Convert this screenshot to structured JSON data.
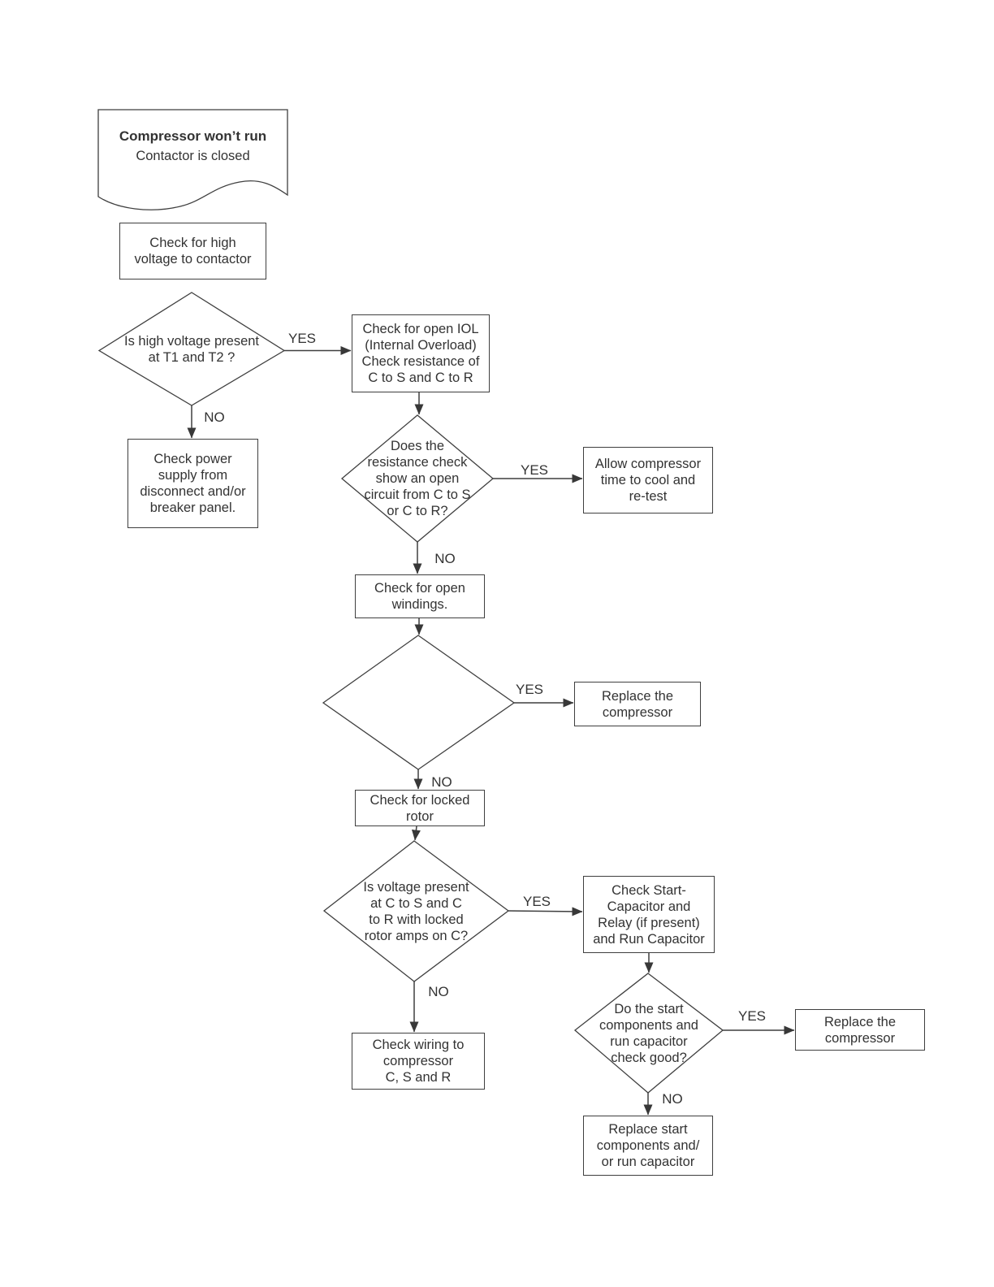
{
  "title_node": {
    "heading": "Compressor won’t run",
    "subheading": "Contactor is closed"
  },
  "nodes": {
    "check_high_voltage": "Check for high\nvoltage to contactor",
    "d_high_voltage_present": "Is high voltage present\nat T1 and T2 ?",
    "check_open_iol": "Check for open IOL\n(Internal Overload)\nCheck resistance of\nC to S and C to R",
    "check_power_supply": "Check power\nsupply from\ndisconnect and/or\nbreaker panel.",
    "d_resistance_open": "Does the\nresistance check\nshow an open\ncircuit from C to S\nor C to R?",
    "allow_cool": "Allow compressor\ntime to cool and\nre-test",
    "check_open_windings": "Check for open\nwindings.",
    "d_blank": "",
    "replace_compressor_1": "Replace the\ncompressor",
    "check_locked_rotor": "Check for locked\nrotor",
    "d_voltage_locked_rotor": "Is voltage present\nat C to S and C\nto R with locked\nrotor amps on C?",
    "check_start_cap": "Check Start-\nCapacitor and\nRelay (if present)\nand Run Capacitor",
    "check_wiring": "Check wiring to\ncompressor\nC, S and R",
    "d_start_components_good": "Do the start\ncomponents and\nrun capacitor\ncheck good?",
    "replace_compressor_2": "Replace the\ncompressor",
    "replace_start_components": "Replace start\ncomponents and/\nor run capacitor"
  },
  "edge_labels": {
    "yes_1": "YES",
    "no_1": "NO",
    "yes_2": "YES",
    "no_2": "NO",
    "yes_3": "YES",
    "no_3": "NO",
    "yes_4": "YES",
    "no_4": "NO",
    "yes_5": "YES",
    "no_5": "NO"
  },
  "colors": {
    "line": "#3f3f3f",
    "arrow": "#383838",
    "text": "#333333",
    "background": "#ffffff"
  }
}
